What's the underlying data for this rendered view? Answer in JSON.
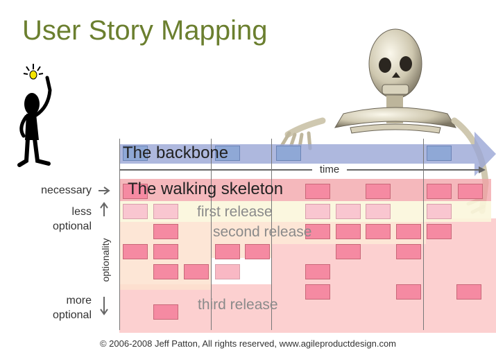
{
  "title": "User Story Mapping",
  "backbone_label": "The backbone",
  "time_label": "time",
  "walking_skeleton_label": "The walking skeleton",
  "first_release": "first release",
  "second_release": "second release",
  "third_release": "third release",
  "necessary": "necessary",
  "less_optional": [
    "less",
    "optional"
  ],
  "more_optional": [
    "more",
    "optional"
  ],
  "optionality": "optionality",
  "footer": "© 2006-2008 Jeff Patton, All rights reserved, www.agileproductdesign.com",
  "colors": {
    "title": "#6b7f2f",
    "backbone_band": "#9aa6d6",
    "skeleton_band": "#f2a0a6",
    "first_release_band": "#fbf6dc",
    "second_release_band": "#fde2cf",
    "third_release_band": "#fbc8c8",
    "card_pink": "#f58aa2",
    "card_light": "#f9c6d0",
    "card_blue": "#8fa8d6"
  },
  "icons": [
    "stick-figure-lightbulb-icon",
    "skeleton-illustration-icon",
    "arrow-right-icon",
    "arrow-up-icon",
    "arrow-down-icon"
  ]
}
